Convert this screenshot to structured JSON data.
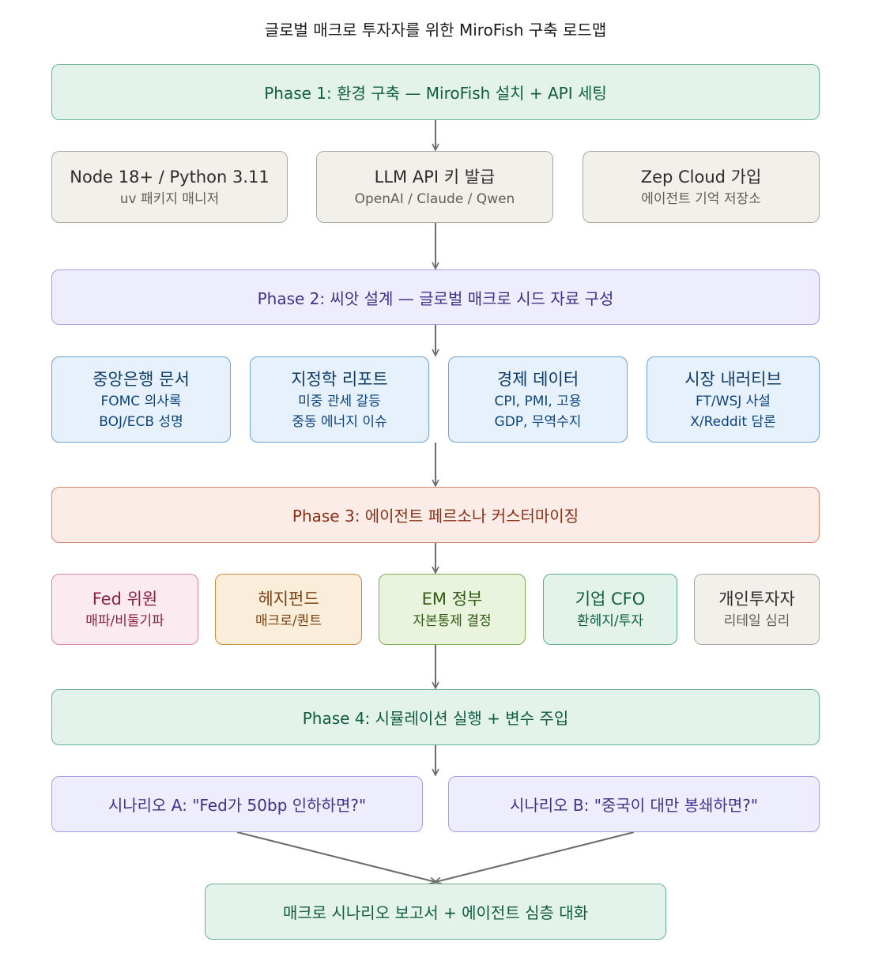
{
  "title": "글로벌 매크로 투자자를 위한 MiroFish 구축 로드맵",
  "phase1": {
    "label": "Phase 1: 환경 구축 — MiroFish 설치 + API 세팅"
  },
  "setup": [
    {
      "main": "Node 18+ / Python 3.11",
      "sub": "uv 패키지 매니저"
    },
    {
      "main": "LLM API 키 발급",
      "sub": "OpenAI / Claude / Qwen"
    },
    {
      "main": "Zep Cloud 가입",
      "sub": "에이전트 기억 저장소"
    }
  ],
  "phase2": {
    "label": "Phase 2: 씨앗 설계 — 글로벌 매크로 시드 자료 구성"
  },
  "seeds": [
    {
      "main": "중앙은행 문서",
      "sub1": "FOMC 의사록",
      "sub2": "BOJ/ECB 성명"
    },
    {
      "main": "지정학 리포트",
      "sub1": "미중 관세 갈등",
      "sub2": "중동 에너지 이슈"
    },
    {
      "main": "경제 데이터",
      "sub1": "CPI, PMI, 고용",
      "sub2": "GDP, 무역수지"
    },
    {
      "main": "시장 내러티브",
      "sub1": "FT/WSJ 사설",
      "sub2": "X/Reddit 담론"
    }
  ],
  "phase3": {
    "label": "Phase 3: 에이전트 페르소나 커스터마이징"
  },
  "personas": [
    {
      "main": "Fed 위원",
      "sub": "매파/비둘기파"
    },
    {
      "main": "헤지펀드",
      "sub": "매크로/퀀트"
    },
    {
      "main": "EM 정부",
      "sub": "자본통제 결정"
    },
    {
      "main": "기업 CFO",
      "sub": "환헤지/투자"
    },
    {
      "main": "개인투자자",
      "sub": "리테일 심리"
    }
  ],
  "phase4": {
    "label": "Phase 4: 시뮬레이션 실행 + 변수 주입"
  },
  "scenarios": [
    {
      "label": "시나리오 A: \"Fed가 50bp 인하하면?\""
    },
    {
      "label": "시나리오 B: \"중국이 대만 봉쇄하면?\""
    }
  ],
  "final": {
    "label": "매크로 시나리오 보고서 + 에이전트 심층 대화"
  }
}
